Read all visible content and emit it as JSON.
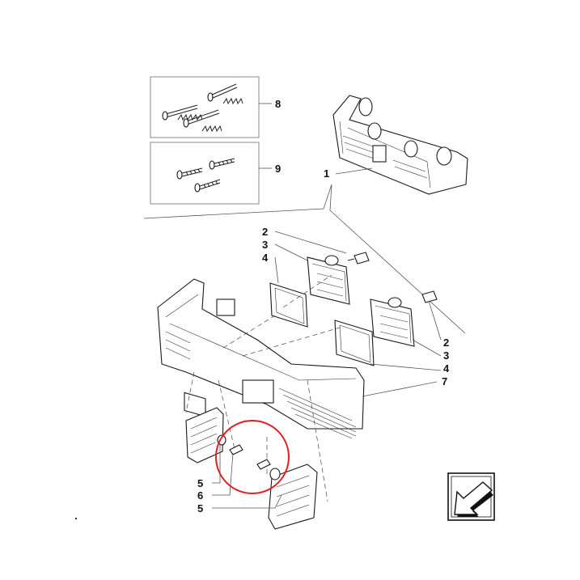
{
  "diagram": {
    "callouts": {
      "c1": "1",
      "c2a": "2",
      "c3a": "3",
      "c4a": "4",
      "c2b": "2",
      "c3b": "3",
      "c4b": "4",
      "c7": "7",
      "c8": "8",
      "c9": "9",
      "c5a": "5",
      "c6": "6",
      "c5b": "5"
    },
    "highlight_color": "#e02020",
    "nav_icon": "arrow-left-down-icon"
  }
}
